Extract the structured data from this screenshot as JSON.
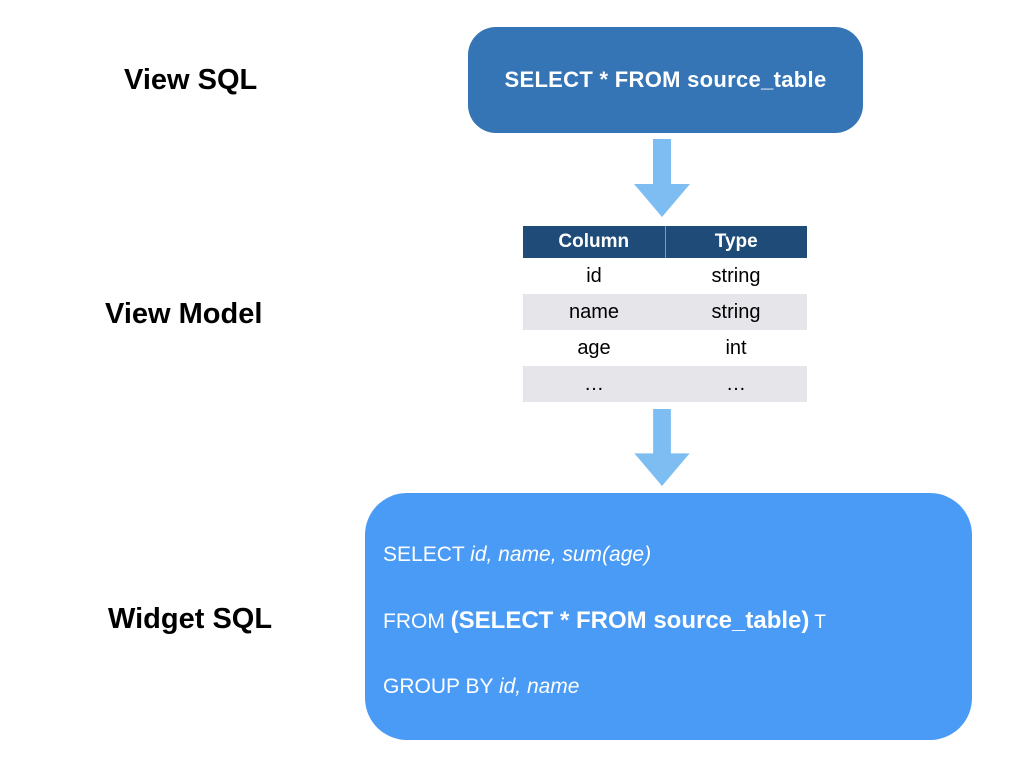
{
  "labels": {
    "view_sql": "View SQL",
    "view_model": "View Model",
    "widget_sql": "Widget SQL"
  },
  "view_sql_box": {
    "text": "SELECT * FROM source_table",
    "bg_color": "#3575B5",
    "text_color": "#FFFFFF"
  },
  "view_model_table": {
    "headers": [
      "Column",
      "Type"
    ],
    "rows": [
      [
        "id",
        "string"
      ],
      [
        "name",
        "string"
      ],
      [
        "age",
        "int"
      ],
      [
        "…",
        "…"
      ]
    ],
    "header_bg": "#1E4B78",
    "header_text_color": "#FFFFFF",
    "alt_row_bg": "#E5E5EA"
  },
  "widget_sql_box": {
    "bg_color": "#4A9BF5",
    "text_color": "#FFFFFF",
    "lines": [
      {
        "segments": [
          {
            "text": "SELECT ",
            "style": "regular"
          },
          {
            "text": "id, name, sum(age)",
            "style": "italic"
          }
        ]
      },
      {
        "segments": [
          {
            "text": "FROM ",
            "style": "regular"
          },
          {
            "text": "(SELECT * FROM source_table)",
            "style": "bold"
          },
          {
            "text": " T",
            "style": "small"
          }
        ]
      },
      {
        "segments": [
          {
            "text": "GROUP BY ",
            "style": "regular"
          },
          {
            "text": "id, name",
            "style": "italic"
          }
        ]
      }
    ]
  },
  "arrows": {
    "color": "#7DBDF2",
    "direction": "down"
  }
}
